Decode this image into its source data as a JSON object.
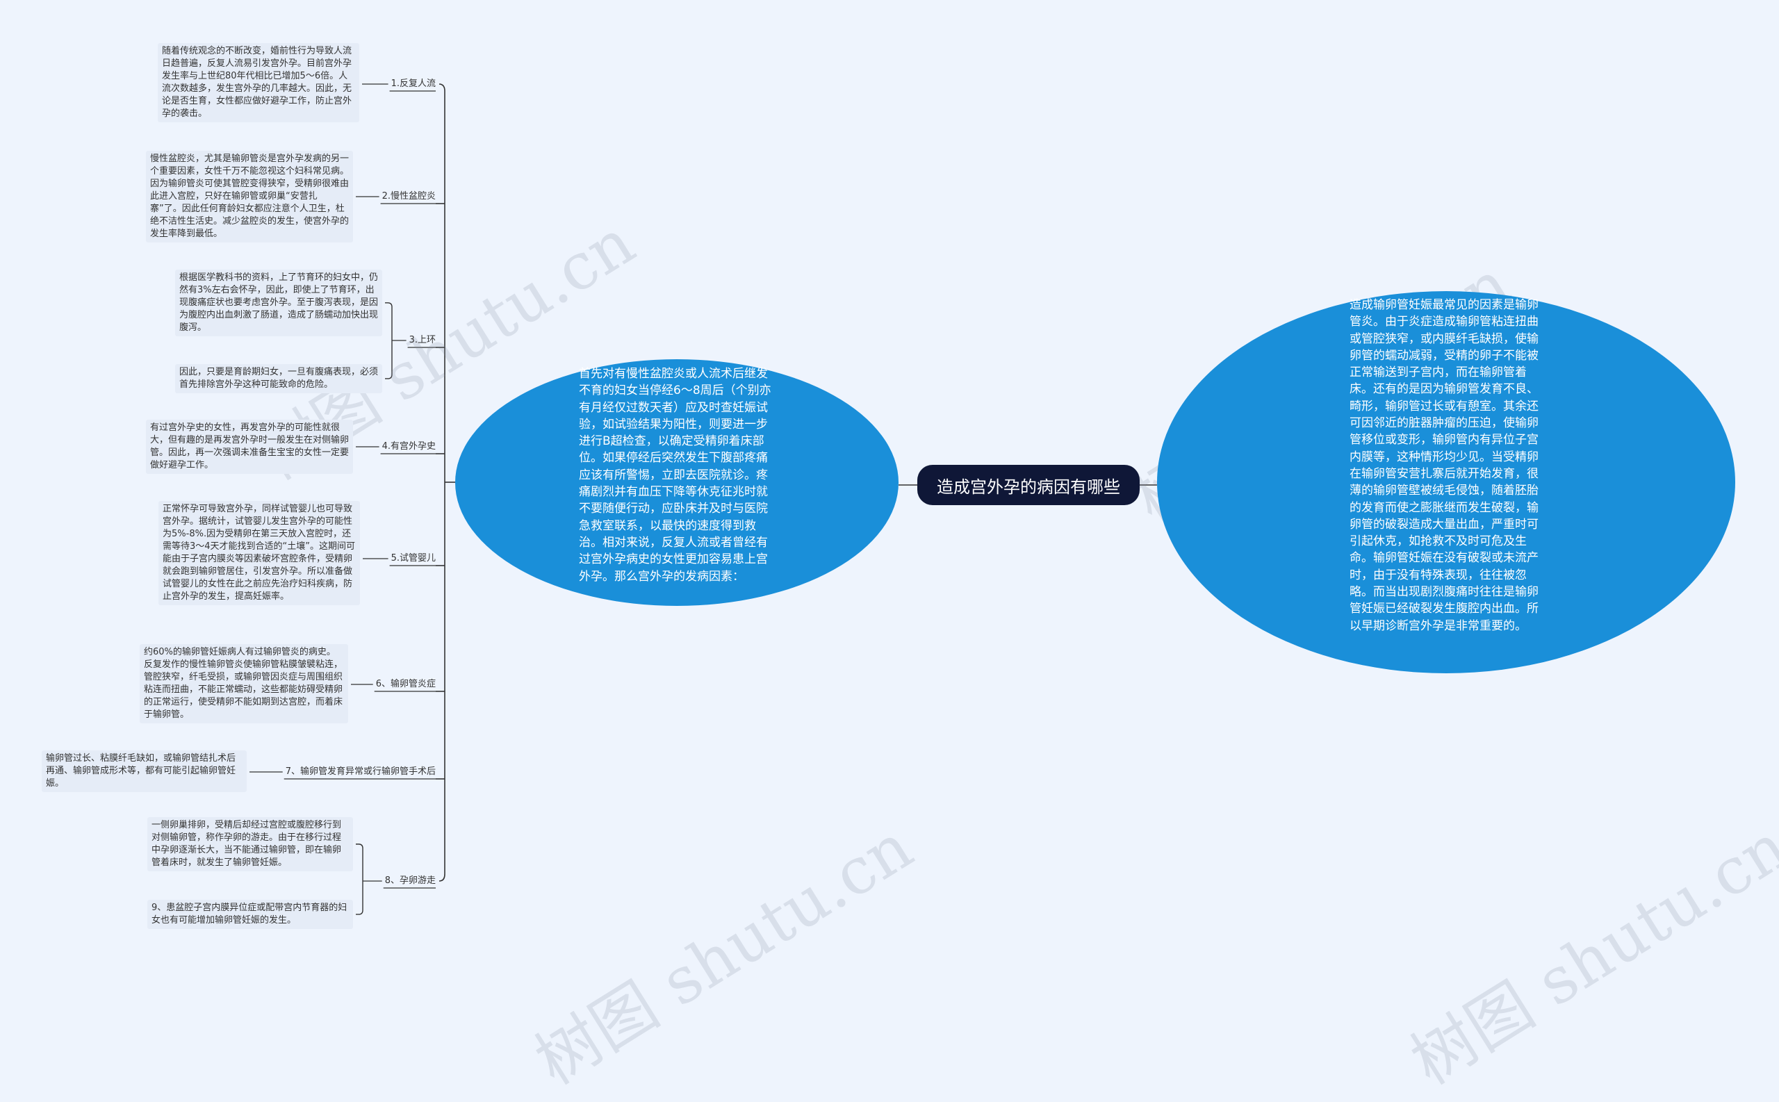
{
  "title": "造成宫外孕的病因有哪些",
  "left_summary": "首先对有慢性盆腔炎或人流术后继发不育的妇女当停经6～8周后（个别亦有月经仅过数天者）应及时查妊娠试验，如试验结果为阳性，则要进一步进行B超检查，以确定受精卵着床部位。如果停经后突然发生下腹部疼痛应该有所警惕，立即去医院就诊。疼痛剧烈并有血压下降等休克征兆时就不要随便行动，应卧床并及时与医院急救室联系，以最快的速度得到救治。相对来说，反复人流或者曾经有过宫外孕病史的女性更加容易患上宫外孕。那么宫外孕的发病因素：",
  "right_summary": "造成输卵管妊娠最常见的因素是输卵管炎。由于炎症造成输卵管粘连扭曲或管腔狭窄，或内膜纤毛缺损，使输卵管的蠕动减弱，受精的卵子不能被正常输送到子宫内，而在输卵管着床。还有的是因为输卵管发育不良、畸形，输卵管过长或有憩室。其余还可因邻近的脏器肿瘤的压迫，使输卵管移位或变形，输卵管内有异位子宫内膜等，这种情形均少见。当受精卵在输卵管安营扎寨后就开始发育，很薄的输卵管壁被绒毛侵蚀，随着胚胎的发育而使之膨胀继而发生破裂，输卵管的破裂造成大量出血，严重时可引起休克，如抢救不及时可危及生命。输卵管妊娠在没有破裂或未流产时，由于没有特殊表现，往往被忽略。而当出现剧烈腹痛时往往是输卵管妊娠已经破裂发生腹腔内出血。所以早期诊断宫外孕是非常重要的。",
  "branches": [
    {
      "label": "1.反复人流",
      "notes": [
        "随着传统观念的不断改变，婚前性行为导致人流日趋普遍，反复人流易引发宫外孕。目前宫外孕发生率与上世纪80年代相比已增加5～6倍。人流次数越多，发生宫外孕的几率越大。因此，无论是否生育，女性都应做好避孕工作，防止宫外孕的袭击。"
      ]
    },
    {
      "label": "2.慢性盆腔炎",
      "notes": [
        "慢性盆腔炎，尤其是输卵管炎是宫外孕发病的另一个重要因素，女性千万不能忽视这个妇科常见病。因为输卵管炎可使其管腔变得狭窄，受精卵很难由此进入宫腔，只好在输卵管或卵巢“安营扎寨”了。因此任何育龄妇女都应注意个人卫生，杜绝不洁性生活史。减少盆腔炎的发生，使宫外孕的发生率降到最低。"
      ]
    },
    {
      "label": "3.上环",
      "notes": [
        "根据医学教科书的资料，上了节育环的妇女中，仍然有3%左右会怀孕，因此，即使上了节育环，出现腹痛症状也要考虑宫外孕。至于腹泻表现，是因为腹腔内出血刺激了肠道，造成了肠蠕动加快出现腹泻。",
        "因此，只要是育龄期妇女，一旦有腹痛表现，必须首先排除宫外孕这种可能致命的危险。"
      ]
    },
    {
      "label": "4.有宫外孕史",
      "notes": [
        "有过宫外孕史的女性，再发宫外孕的可能性就很大，但有趣的是再发宫外孕时一般发生在对侧输卵管。因此，再一次强调未准备生宝宝的女性一定要做好避孕工作。"
      ]
    },
    {
      "label": "5.试管婴儿",
      "notes": [
        "正常怀孕可导致宫外孕，同样试管婴儿也可导致宫外孕。据统计，试管婴儿发生宫外孕的可能性为5%-8%.因为受精卵在第三天放入宫腔时，还需等待3～4天才能找到合适的“土壤”。这期间可能由于子宫内膜炎等因素破坏宫腔条件，受精卵就会跑到输卵管居住，引发宫外孕。所以准备做试管婴儿的女性在此之前应先治疗妇科疾病，防止宫外孕的发生，提高妊娠率。"
      ]
    },
    {
      "label": "6、输卵管炎症",
      "notes": [
        "约60%的输卵管妊娠病人有过输卵管炎的病史。反复发作的慢性输卵管炎使输卵管粘膜皱襞粘连，管腔狭窄，纤毛受损，或输卵管因炎症与周围组织粘连而扭曲，不能正常蠕动，这些都能妨碍受精卵的正常运行，使受精卵不能如期到达宫腔，而着床于输卵管。"
      ]
    },
    {
      "label": "7、输卵管发育异常或行输卵管手术后",
      "notes": [
        "输卵管过长、粘膜纤毛缺如，或输卵管结扎术后再通、输卵管成形术等，都有可能引起输卵管妊娠。"
      ]
    },
    {
      "label": "8、孕卵游走",
      "notes": [
        "一侧卵巢排卵，受精后却经过宫腔或腹腔移行到对侧输卵管，称作孕卵的游走。由于在移行过程中孕卵逐渐长大，当不能通过输卵管，即在输卵管着床时，就发生了输卵管妊娠。",
        "9、患盆腔子宫内膜异位症或配带宫内节育器的妇女也有可能增加输卵管妊娠的发生。"
      ]
    }
  ],
  "watermark": "树图 shutu.cn",
  "colors": {
    "background": "#eef4fd",
    "center": "#0f1737",
    "ellipse": "#1a8fd9",
    "note_bg": "#e5ecf7",
    "line": "#333333"
  }
}
